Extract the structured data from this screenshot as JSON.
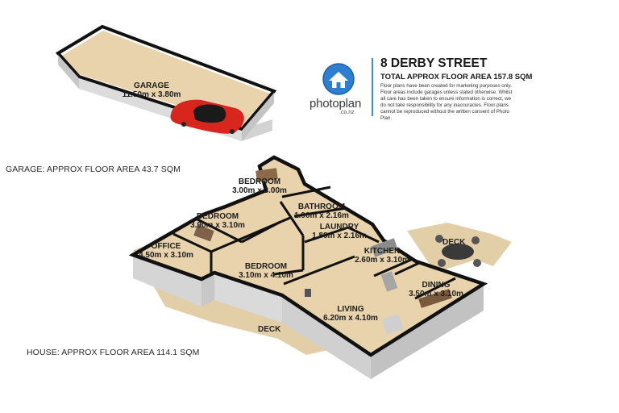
{
  "listing": {
    "address": "8 DERBY STREET",
    "total_area": "TOTAL APPROX FLOOR AREA 157.8 SQM",
    "disclaimer": "Floor plans have been created for marketing purposes only. Floor areas include garages unless stated otherwise. Whilst all care has been taken to ensure information is correct, we do not take responsibility for any inaccuracies. Floor plans cannot be reproduced without the written consent of Photo Plan."
  },
  "brand": {
    "name": "photoplan",
    "domain": ".co.nz",
    "icon": "house-icon",
    "color": "#2f7fd0"
  },
  "garage": {
    "area_label": "GARAGE: APPROX FLOOR AREA 43.7 SQM",
    "room": {
      "name": "GARAGE",
      "dims": "11.50m x 3.80m"
    }
  },
  "house": {
    "area_label": "HOUSE: APPROX FLOOR AREA 114.1 SQM",
    "rooms": [
      {
        "id": "bedroom1",
        "name": "BEDROOM",
        "dims": "3.00m x 3.00m"
      },
      {
        "id": "bathroom",
        "name": "BATHROOM",
        "dims": "1.90m x 2.16m"
      },
      {
        "id": "bedroom2",
        "name": "BEDROOM",
        "dims": "3.90m x 3.10m"
      },
      {
        "id": "laundry",
        "name": "LAUNDRY",
        "dims": "1.88m x 2.16m"
      },
      {
        "id": "office",
        "name": "OFFICE",
        "dims": "4.50m x 3.10m"
      },
      {
        "id": "kitchen",
        "name": "KITCHEN",
        "dims": "2.60m x 3.10m"
      },
      {
        "id": "bedroom3",
        "name": "BEDROOM",
        "dims": "3.10m x 4.10m"
      },
      {
        "id": "dining",
        "name": "DINING",
        "dims": "3.50m x 3.10m"
      },
      {
        "id": "living",
        "name": "LIVING",
        "dims": "6.20m x 4.10m"
      }
    ],
    "decks": [
      "DECK",
      "DECK"
    ]
  },
  "colors": {
    "floor": "#e8d3ad",
    "deck": "#e2cfa7",
    "wall": "#111111",
    "wall_side": "#cfcfcf",
    "car": "#d7261e"
  }
}
